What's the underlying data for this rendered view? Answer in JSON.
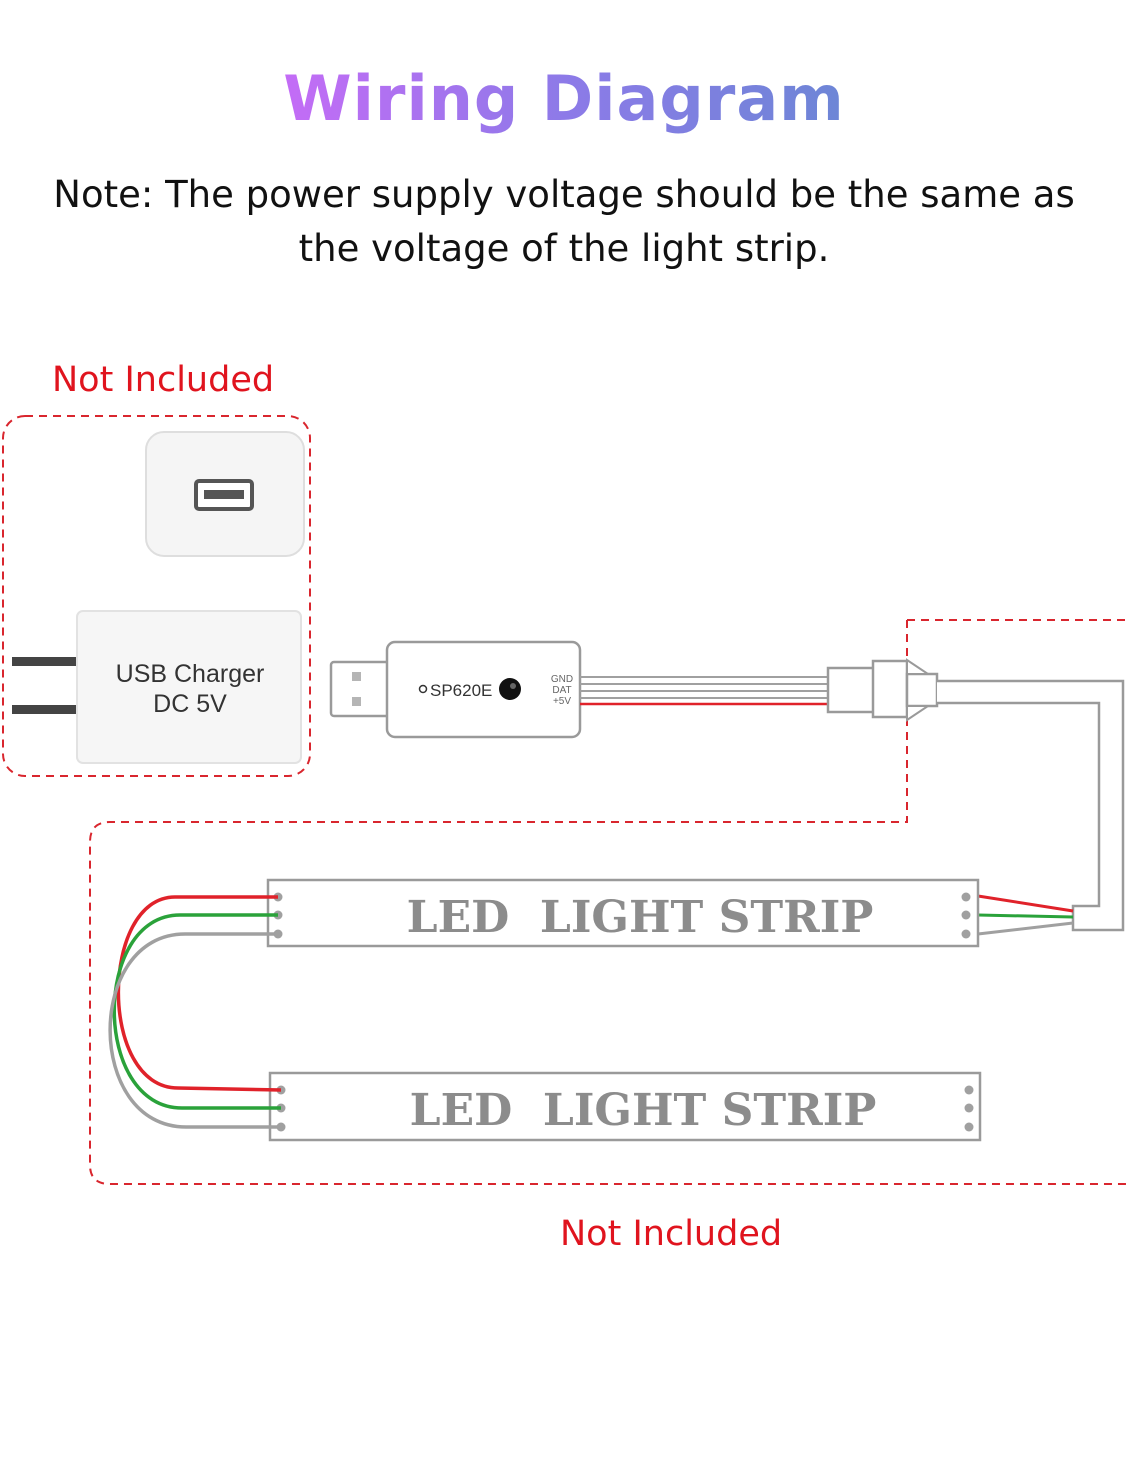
{
  "title": "Wiring Diagram",
  "note": "Note: The power supply voltage should be the same as the voltage of the light strip.",
  "not_included_top": "Not Included",
  "not_included_bottom": "Not Included",
  "charger": {
    "line1": "USB Charger",
    "line2": "DC 5V"
  },
  "controller": {
    "model": "SP620E",
    "pins": [
      "GND",
      "DAT",
      "+5V"
    ]
  },
  "strips": [
    {
      "label": "LED  LIGHT STRIP"
    },
    {
      "label": "LED  LIGHT STRIP"
    }
  ],
  "colors": {
    "dashed_border": "#d9262e",
    "wire_red": "#e0222a",
    "wire_green": "#2aa23a",
    "wire_gray": "#a0a0a0",
    "outline": "#9a9a9a"
  }
}
